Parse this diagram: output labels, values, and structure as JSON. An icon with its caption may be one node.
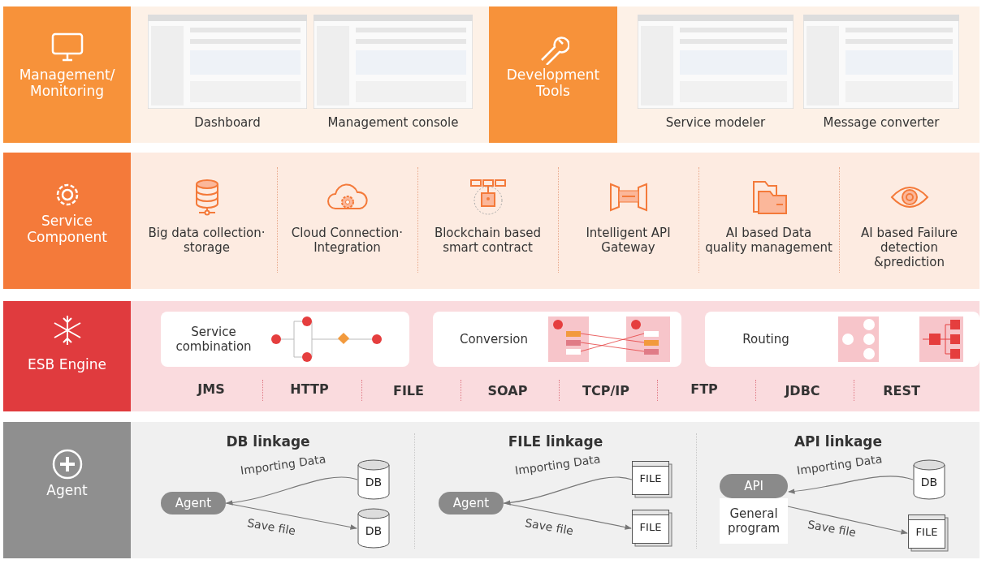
{
  "diagram": {
    "nodes": [
      {
        "text": [
          "Management/ Monitoring"
        ]
      },
      {
        "text": [
          "Dashboard"
        ]
      },
      {
        "text": [
          "Management console"
        ]
      },
      {
        "text": [
          "Development Tools"
        ]
      },
      {
        "text": [
          "Service modeler"
        ]
      },
      {
        "text": [
          "Message converter"
        ]
      },
      {
        "text": [
          "Service Component"
        ]
      },
      {
        "text": [
          "Big data collection· storage"
        ]
      },
      {
        "text": [
          "Cloud Connection· Integration"
        ]
      },
      {
        "text": [
          "Blockchain based smart contract"
        ]
      },
      {
        "text": [
          "Intelligent API Gateway"
        ]
      },
      {
        "text": [
          "AI based Data quality management"
        ]
      },
      {
        "text": [
          "AI based Failure detection &prediction"
        ]
      },
      {
        "text": [
          "ESB Engine"
        ]
      },
      {
        "text": [
          "Service combination"
        ]
      },
      {
        "text": [
          "Conversion"
        ]
      },
      {
        "text": [
          "Routing"
        ]
      },
      {
        "text": [
          "Agent"
        ]
      },
      {
        "text": [
          "Agent"
        ]
      },
      {
        "text": [
          "DB"
        ]
      },
      {
        "text": [
          "DB"
        ]
      },
      {
        "text": [
          "Agent"
        ]
      },
      {
        "text": [
          "FILE"
        ]
      },
      {
        "text": [
          "FILE"
        ]
      },
      {
        "text": [
          "API",
          "General program"
        ]
      },
      {
        "text": [
          "DB"
        ]
      },
      {
        "text": [
          "FILE"
        ]
      }
    ],
    "edges": [
      {
        "from": 19,
        "to": 18,
        "arrow": "to",
        "label": "Importing Data"
      },
      {
        "from": 18,
        "to": 20,
        "arrow": "to",
        "label": "Save file"
      },
      {
        "from": 22,
        "to": 21,
        "arrow": "to",
        "label": "Importing Data"
      },
      {
        "from": 21,
        "to": 23,
        "arrow": "to",
        "label": "Save file"
      },
      {
        "from": 25,
        "to": 24,
        "arrow": "to",
        "label": "Importing Data"
      },
      {
        "from": 24,
        "to": 26,
        "arrow": "to",
        "label": "Save file"
      }
    ],
    "labels": [
      "JMS",
      "HTTP",
      "FILE",
      "SOAP",
      "TCP/IP",
      "FTP",
      "JDBC",
      "REST",
      "DB linkage",
      "FILE linkage",
      "API linkage"
    ]
  }
}
